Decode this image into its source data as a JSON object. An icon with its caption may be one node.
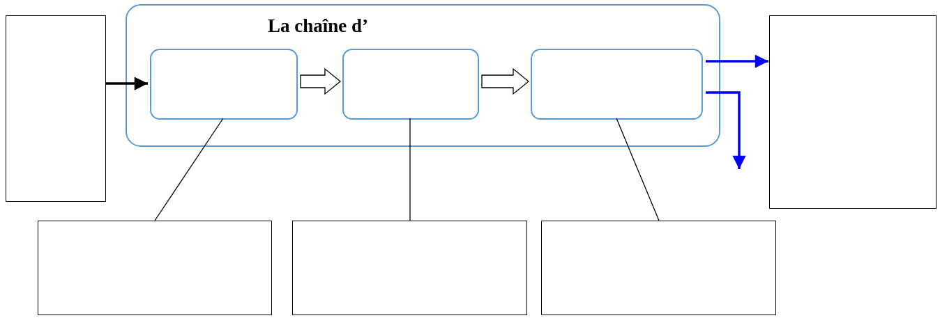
{
  "diagram": {
    "nodes": [
      {
        "text": [],
        "shape": "box"
      },
      {
        "text": [
          "La chaîne d’"
        ]
      },
      {
        "text": [],
        "shape": "box",
        "in": 1
      },
      {
        "text": [],
        "shape": "box",
        "in": 1
      },
      {
        "text": [],
        "shape": "box",
        "in": 1
      },
      {
        "text": [],
        "shape": "box"
      },
      {
        "text": [],
        "shape": "box"
      },
      {
        "text": [],
        "shape": "box"
      },
      {
        "text": [],
        "shape": "box"
      }
    ],
    "edges": [
      {
        "from": 0,
        "to": 2,
        "arrow": "to",
        "style": "thick"
      },
      {
        "from": 2,
        "to": 3,
        "arrow": "to"
      },
      {
        "from": 3,
        "to": 4,
        "arrow": "to"
      },
      {
        "from": 4,
        "to": 5,
        "arrow": "to",
        "style": "thick",
        "color": "#0000ff"
      },
      {
        "from": 4,
        "to": null,
        "arrow": "to",
        "style": "thick",
        "color": "#0000ff"
      },
      {
        "from": 2,
        "to": 6,
        "arrow": "none"
      },
      {
        "from": 3,
        "to": 7,
        "arrow": "none"
      },
      {
        "from": 4,
        "to": 8,
        "arrow": "none"
      }
    ]
  }
}
